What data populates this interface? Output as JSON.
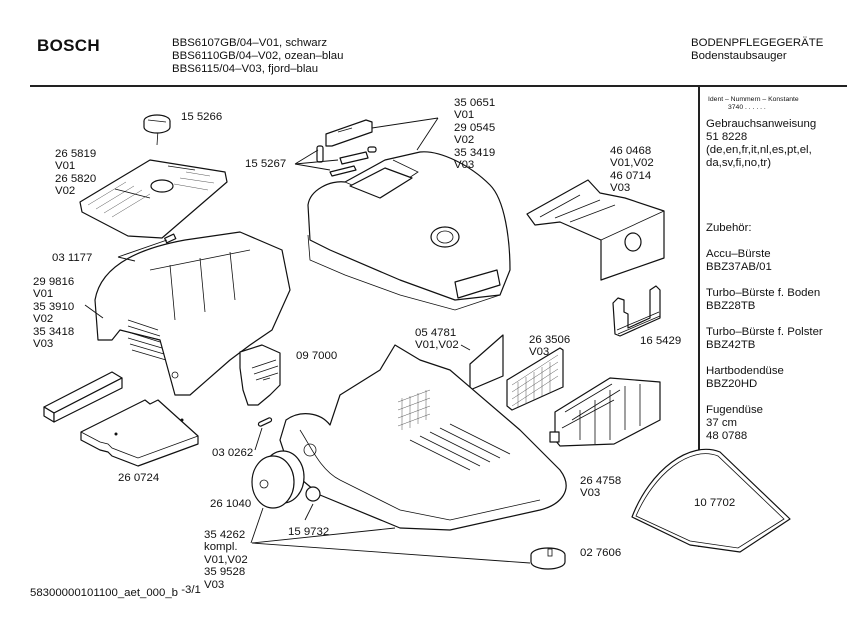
{
  "header": {
    "brand": "BOSCH",
    "models": [
      "BBS6107GB/04–V01, schwarz",
      "BBS6110GB/04–V02, ozean–blau",
      "BBS6115/04–V03, fjord–blau"
    ],
    "category": "BODENPFLEGEGERÄTE",
    "subcategory": "Bodenstaubsauger"
  },
  "sidebar": {
    "ident_header": "Ident – Nummern – Konstante",
    "ident_value": "3740  . .   . . . .",
    "manual": {
      "title": "Gebrauchsanweisung",
      "number": "51 8228",
      "languages_1": "(de,en,fr,it,nl,es,pt,el,",
      "languages_2": "da,sv,fi,no,tr)"
    },
    "accessories_title": "Zubehör:",
    "accessories": [
      {
        "name": "Accu–Bürste",
        "code": "BBZ37AB/01"
      },
      {
        "name": "Turbo–Bürste f. Boden",
        "code": "BBZ28TB"
      },
      {
        "name": "Turbo–Bürste f. Polster",
        "code": "BBZ42TB"
      },
      {
        "name": "Hartbodendüse",
        "code": "BBZ20HD"
      },
      {
        "name": "Fugendüse",
        "extra": "37 cm",
        "code": "48 0788"
      }
    ]
  },
  "parts": {
    "knob": "15 5266",
    "filter_cover": "26 5819\nV01\n26 5820\nV02",
    "clips": "03 1177",
    "housing_rear": "29 9816\nV01\n35 3910\nV02\n35 3418\nV03",
    "springs": "15 5267",
    "top_cover": "35 0651\nV01\n29 0545\nV02\n35 3419\nV03",
    "dust_bag": "46 0468\nV01,V02\n46 0714\nV03",
    "bag_holder": "16 5429",
    "motor_filter": "05 4781\nV01,V02",
    "hepa_filter": "26 3506\nV03",
    "flap": "09 7000",
    "pin": "03 0262",
    "pad": "26 0724",
    "basket": "26 4758\nV03",
    "wheel": "26 1040",
    "base": "35 4262\nkompl.\nV01,V02\n35 9528\nV03",
    "star_washer": "15 9732",
    "castor": "02 7606",
    "seal": "10 7702"
  },
  "footer": {
    "doc_id": "58300000101100_aet_000_b",
    "page": "-3/1"
  }
}
